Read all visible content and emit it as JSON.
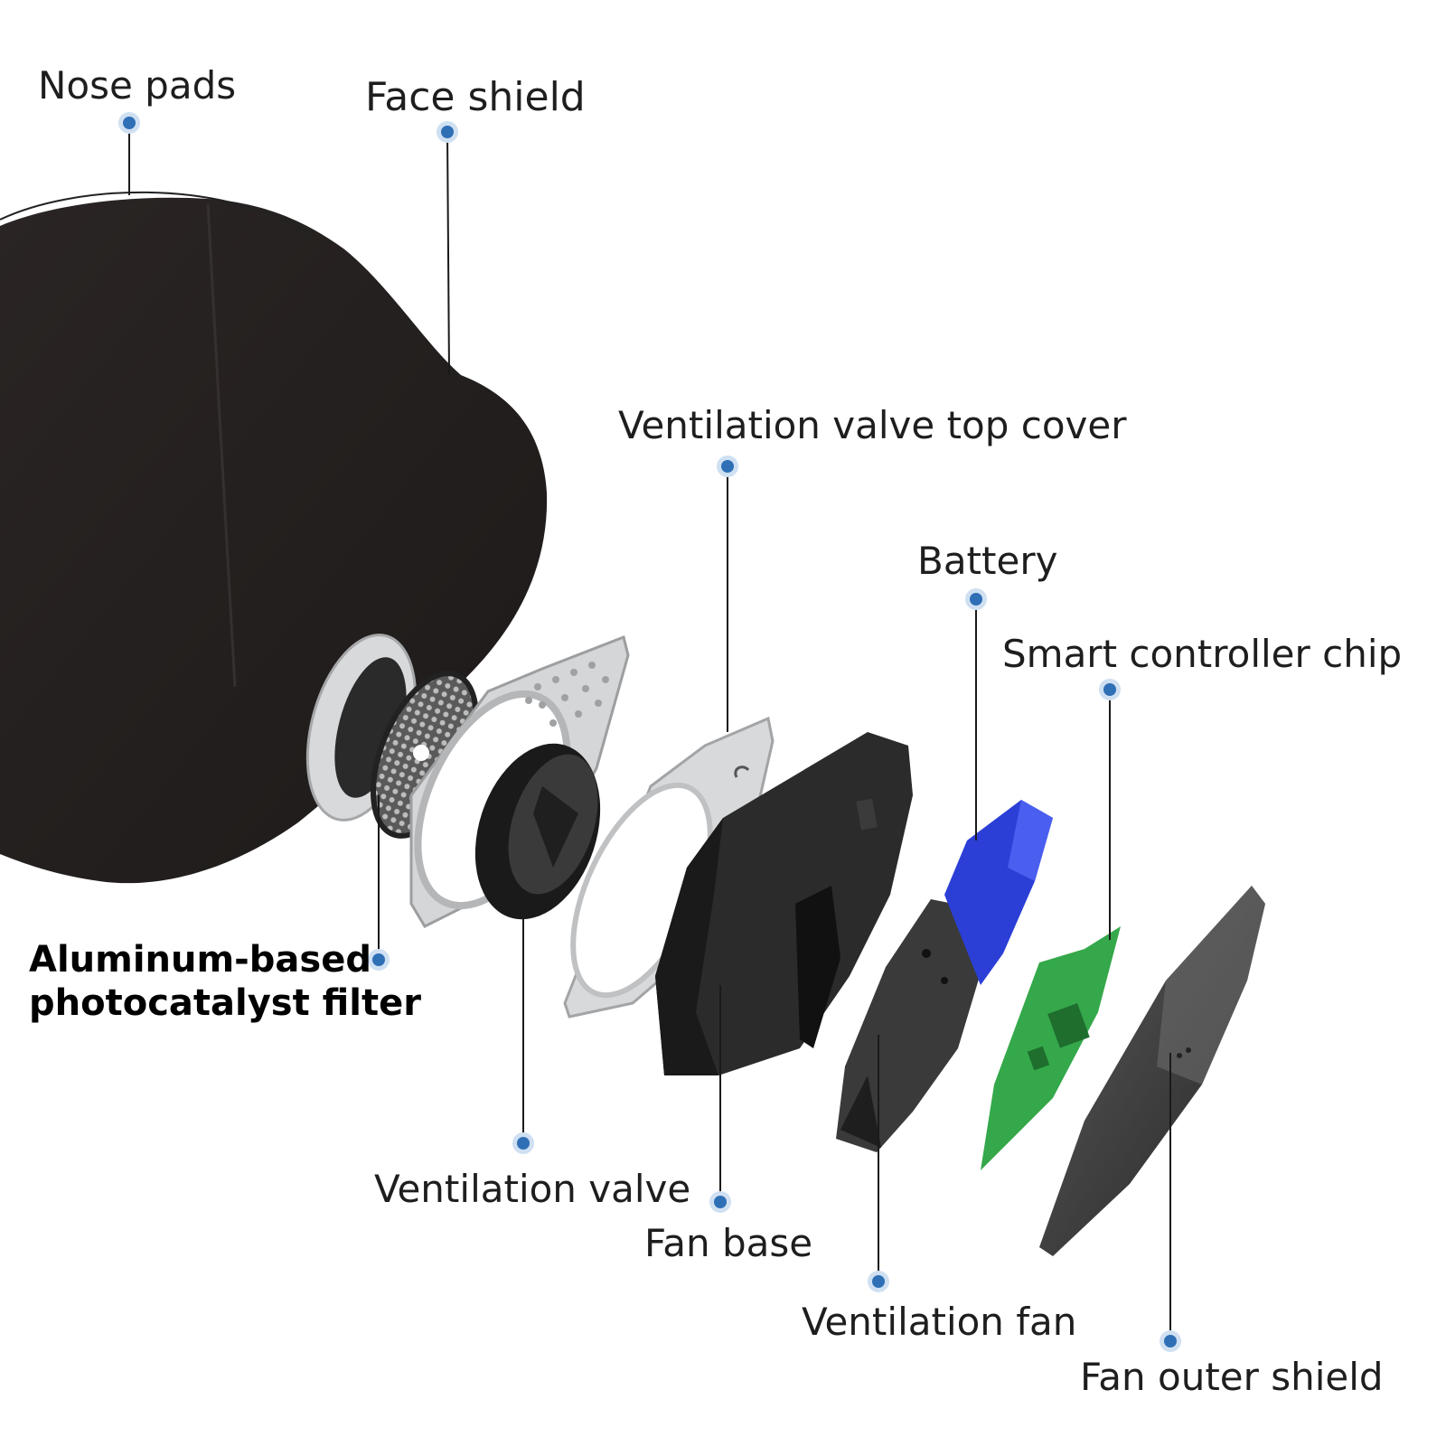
{
  "labels": {
    "nose_pads": "Nose pads",
    "face_shield": "Face shield",
    "valve_top_cover": "Ventilation valve top cover",
    "battery": "Battery",
    "smart_chip": "Smart controller chip",
    "filter_line1": "Aluminum-based",
    "filter_line2": "photocatalyst filter",
    "ventilation_valve": "Ventilation valve",
    "fan_base": "Fan base",
    "ventilation_fan": "Ventilation fan",
    "fan_outer_shield": "Fan outer shield"
  },
  "colors": {
    "marker": "#2f6fb5",
    "marker_halo": "#cfe0f2",
    "mask": "#231f1e",
    "aluminum": "#c9cbcd",
    "battery": "#2b3fd6",
    "chip": "#34a84a",
    "plastic": "#2a2a2a"
  }
}
